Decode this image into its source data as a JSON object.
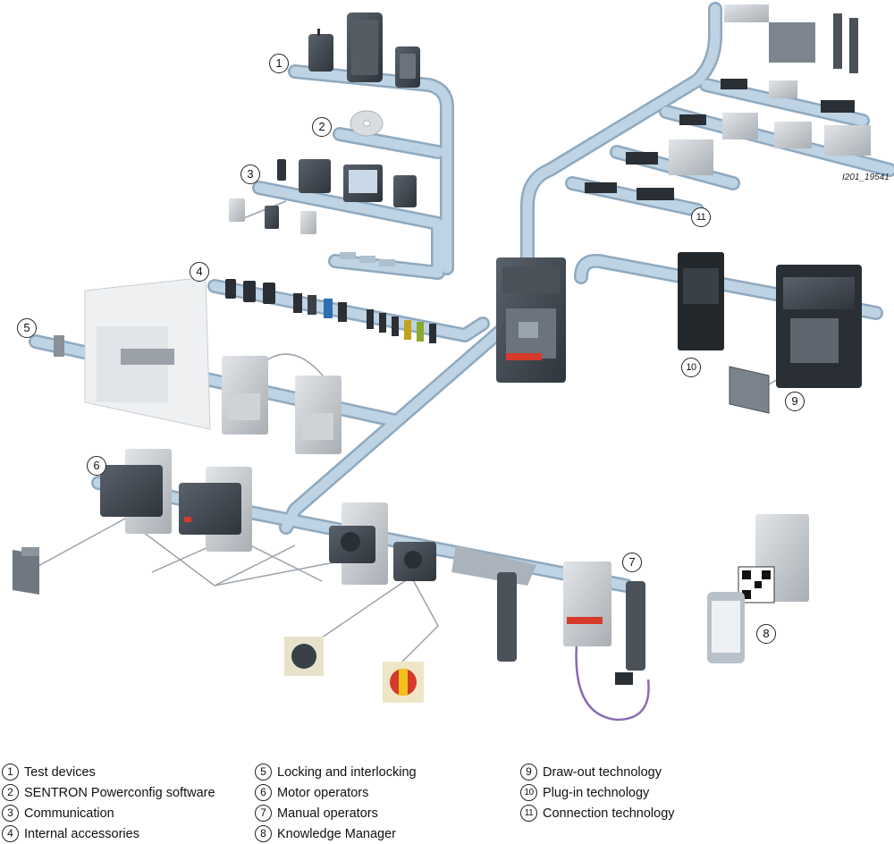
{
  "drawing_code": "I201_19541",
  "callouts": {
    "c1": "1",
    "c2": "2",
    "c3": "3",
    "c4": "4",
    "c5": "5",
    "c6": "6",
    "c7": "7",
    "c8": "8",
    "c9": "9",
    "c10": "10",
    "c11": "11"
  },
  "legend": {
    "col1": [
      {
        "num": "1",
        "label": "Test devices"
      },
      {
        "num": "2",
        "label": "SENTRON Powerconfig software"
      },
      {
        "num": "3",
        "label": "Communication"
      },
      {
        "num": "4",
        "label": "Internal accessories"
      }
    ],
    "col2": [
      {
        "num": "5",
        "label": "Locking and interlocking"
      },
      {
        "num": "6",
        "label": "Motor operators"
      },
      {
        "num": "7",
        "label": "Manual operators"
      },
      {
        "num": "8",
        "label": "Knowledge Manager"
      }
    ],
    "col3": [
      {
        "num": "9",
        "label": "Draw-out technology"
      },
      {
        "num": "10",
        "label": "Plug-in technology"
      },
      {
        "num": "11",
        "label": "Connection technology"
      }
    ]
  },
  "colors": {
    "rail": "#b9cfe0",
    "rail_edge": "#8fa9bf",
    "device_dark": "#3f4650",
    "device_gray": "#c5c9cd",
    "accent_red": "#d63a2a",
    "accent_yellow": "#f2c21a",
    "cable_purple": "#8a6bb3"
  }
}
